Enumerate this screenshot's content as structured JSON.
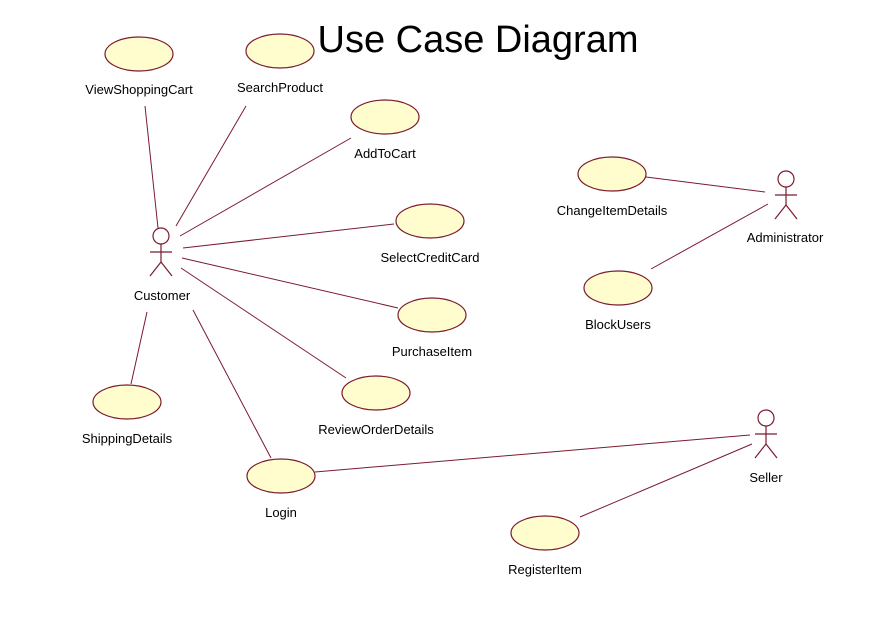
{
  "diagram": {
    "title": "Use Case Diagram",
    "colors": {
      "usecase_fill": "#fffccd",
      "line": "#7a1b2e"
    },
    "actors": [
      {
        "id": "customer",
        "label": "Customer"
      },
      {
        "id": "administrator",
        "label": "Administrator"
      },
      {
        "id": "seller",
        "label": "Seller"
      }
    ],
    "use_cases": [
      {
        "id": "view-shopping-cart",
        "label": "ViewShoppingCart"
      },
      {
        "id": "search-product",
        "label": "SearchProduct"
      },
      {
        "id": "add-to-cart",
        "label": "AddToCart"
      },
      {
        "id": "select-credit-card",
        "label": "SelectCreditCard"
      },
      {
        "id": "purchase-item",
        "label": "PurchaseItem"
      },
      {
        "id": "review-order-details",
        "label": "ReviewOrderDetails"
      },
      {
        "id": "shipping-details",
        "label": "ShippingDetails"
      },
      {
        "id": "login",
        "label": "Login"
      },
      {
        "id": "change-item-details",
        "label": "ChangeItemDetails"
      },
      {
        "id": "block-users",
        "label": "BlockUsers"
      },
      {
        "id": "register-item",
        "label": "RegisterItem"
      }
    ],
    "associations": [
      [
        "customer",
        "view-shopping-cart"
      ],
      [
        "customer",
        "search-product"
      ],
      [
        "customer",
        "add-to-cart"
      ],
      [
        "customer",
        "select-credit-card"
      ],
      [
        "customer",
        "purchase-item"
      ],
      [
        "customer",
        "review-order-details"
      ],
      [
        "customer",
        "shipping-details"
      ],
      [
        "customer",
        "login"
      ],
      [
        "administrator",
        "change-item-details"
      ],
      [
        "administrator",
        "block-users"
      ],
      [
        "seller",
        "login"
      ],
      [
        "seller",
        "register-item"
      ]
    ]
  }
}
